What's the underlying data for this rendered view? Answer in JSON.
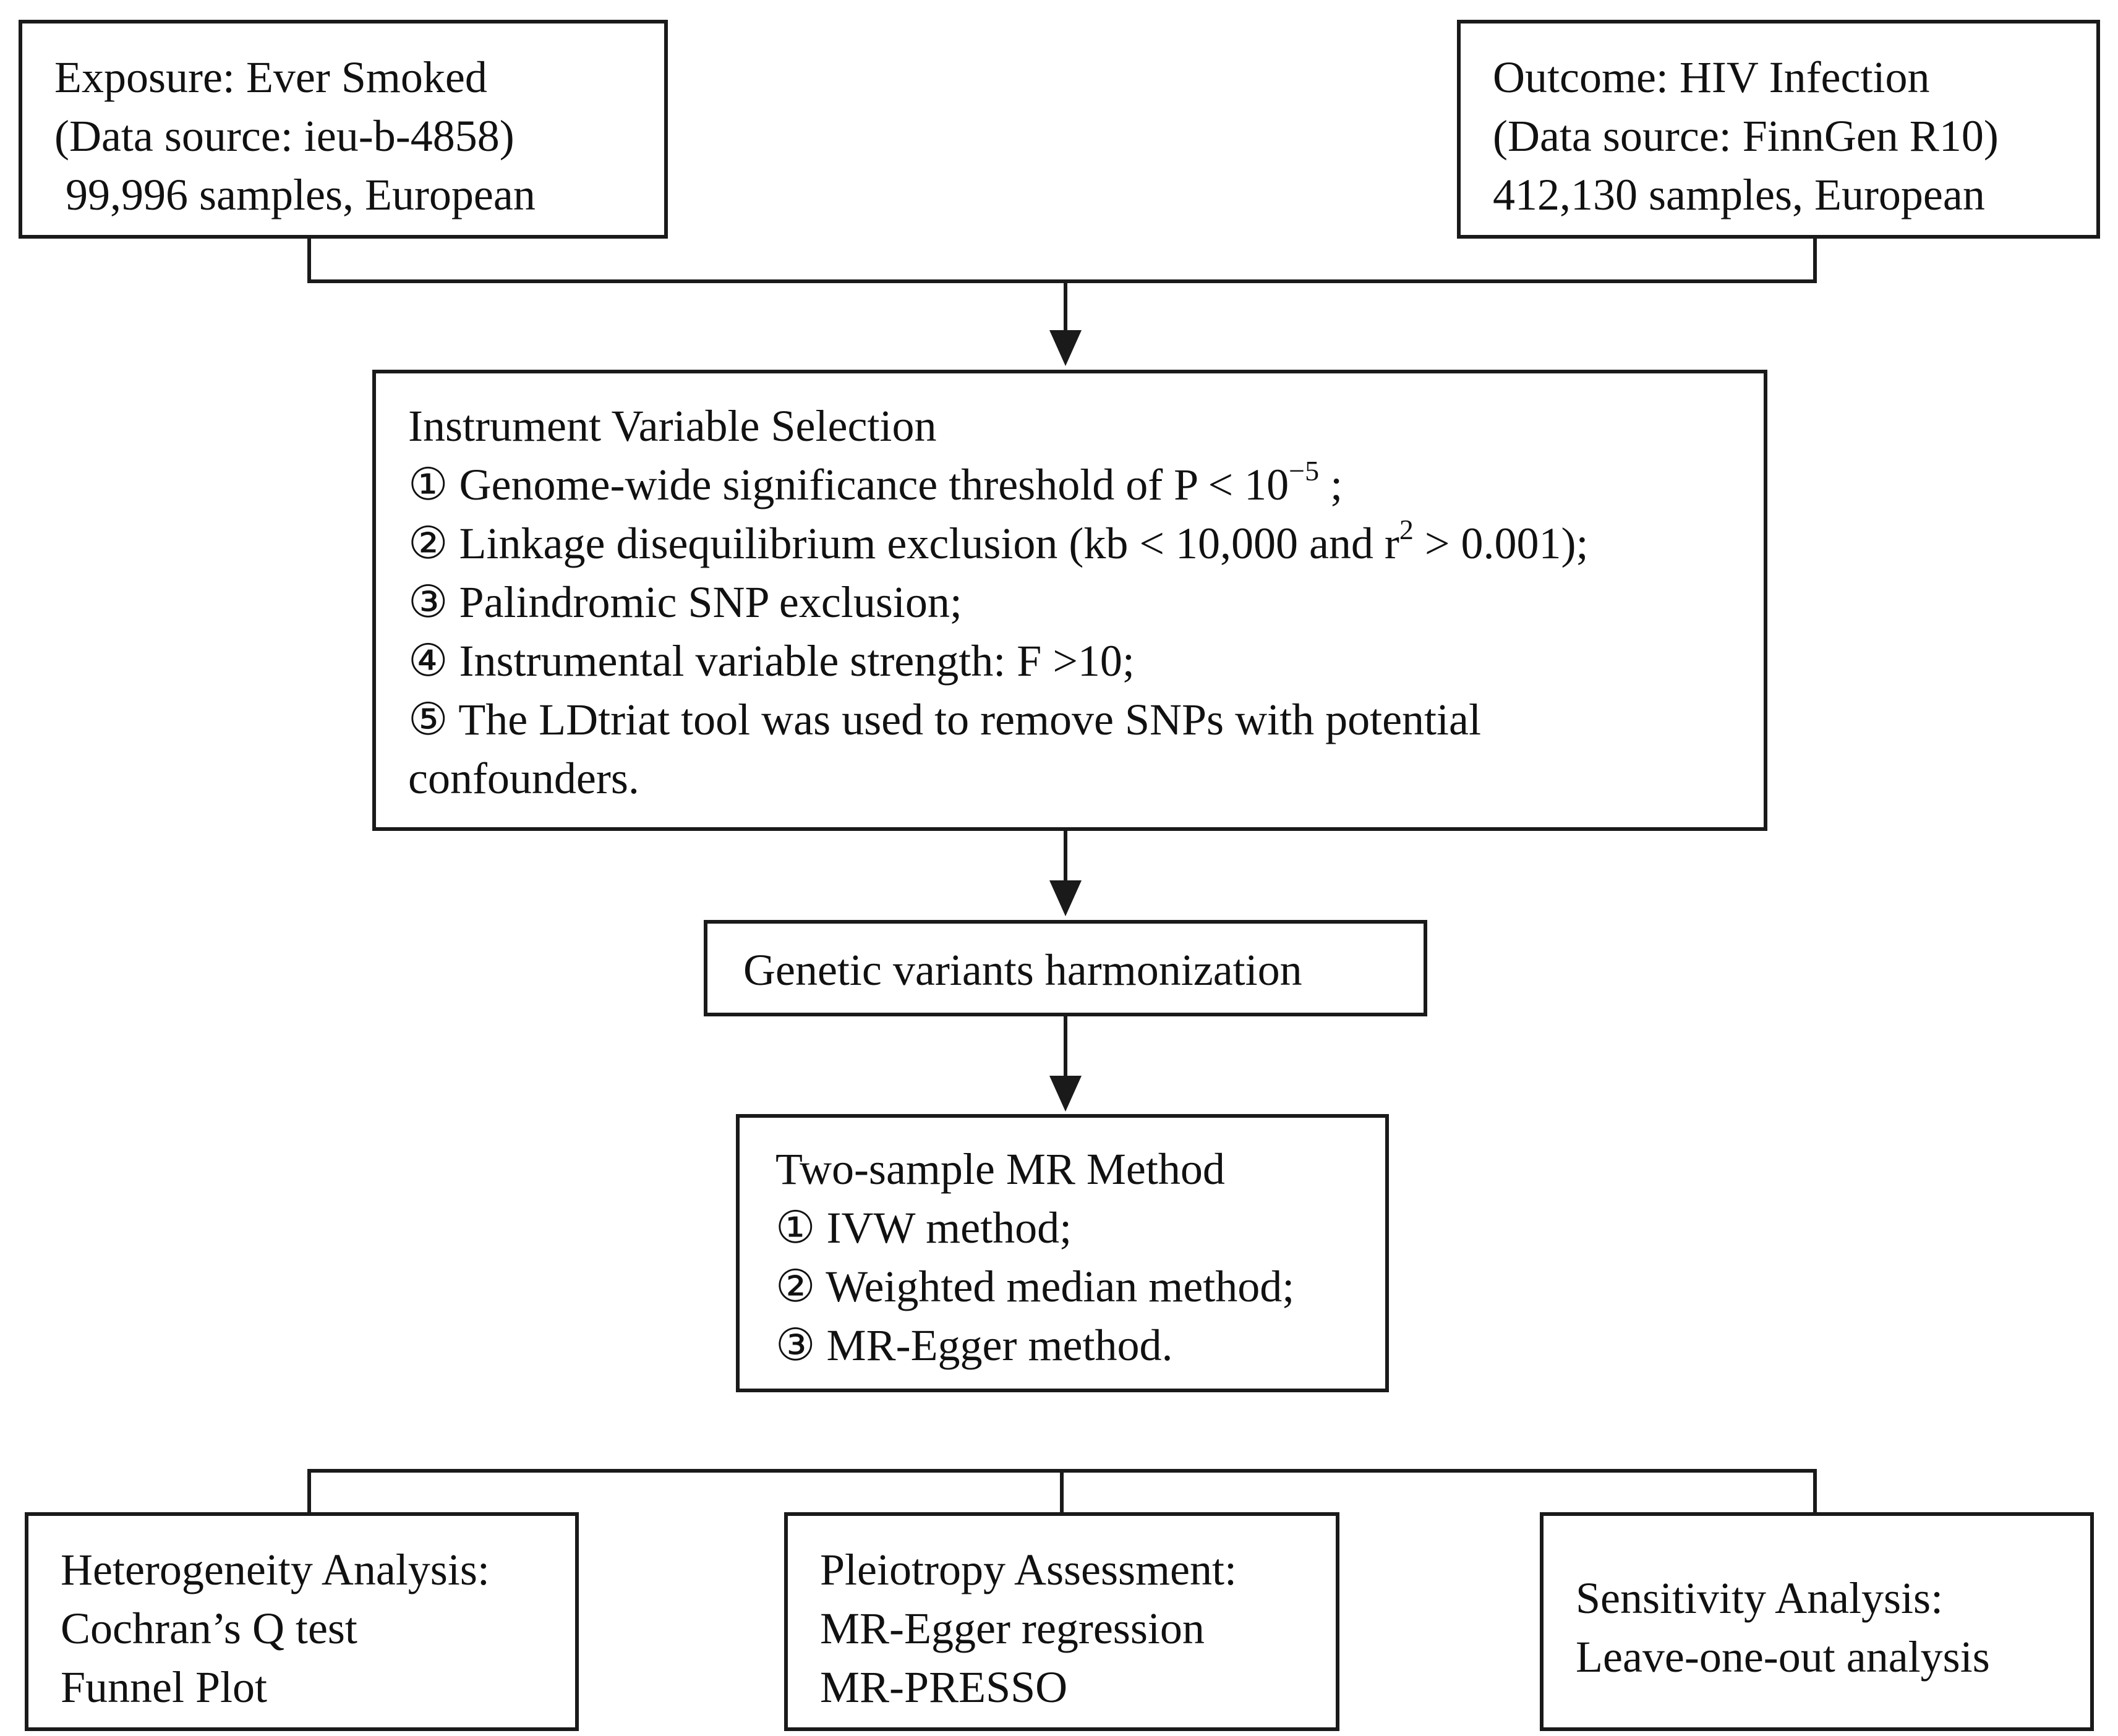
{
  "exposure": {
    "line1": "Exposure: Ever Smoked",
    "line2": "(Data source: ieu-b-4858)",
    "line3": " 99,996 samples, European"
  },
  "outcome": {
    "line1": "Outcome: HIV Infection",
    "line2": "(Data source: FinnGen R10)",
    "line3": "412,130 samples, European"
  },
  "iv_selection": {
    "title": "Instrument Variable Selection",
    "item1_pre": "① Genome-wide significance threshold of P < 10",
    "item1_sup": "−5",
    "item1_post": " ;",
    "item2_pre": "② Linkage disequilibrium exclusion (kb < 10,000 and r",
    "item2_sup": "2",
    "item2_post": " > 0.001);",
    "item3": "③ Palindromic SNP exclusion;",
    "item4": "④ Instrumental variable strength: F >10;",
    "item5_line1": "⑤ The LDtriat tool was used to remove SNPs with potential",
    "item5_line2": "confounders."
  },
  "harmonization": {
    "label": "Genetic variants harmonization"
  },
  "mr_method": {
    "title": "Two-sample MR Method",
    "item1": "① IVW method;",
    "item2": "② Weighted median method;",
    "item3": "③ MR-Egger method."
  },
  "heterogeneity": {
    "line1": "Heterogeneity Analysis:",
    "line2": "Cochran’s Q test",
    "line3": "Funnel Plot"
  },
  "pleiotropy": {
    "line1": "Pleiotropy Assessment:",
    "line2": "MR-Egger regression",
    "line3": "MR-PRESSO"
  },
  "sensitivity": {
    "line1": "Sensitivity Analysis:",
    "line2": "Leave-one-out analysis"
  },
  "colors": {
    "stroke": "#1a1a1a",
    "background": "#ffffff",
    "text": "#111111"
  }
}
